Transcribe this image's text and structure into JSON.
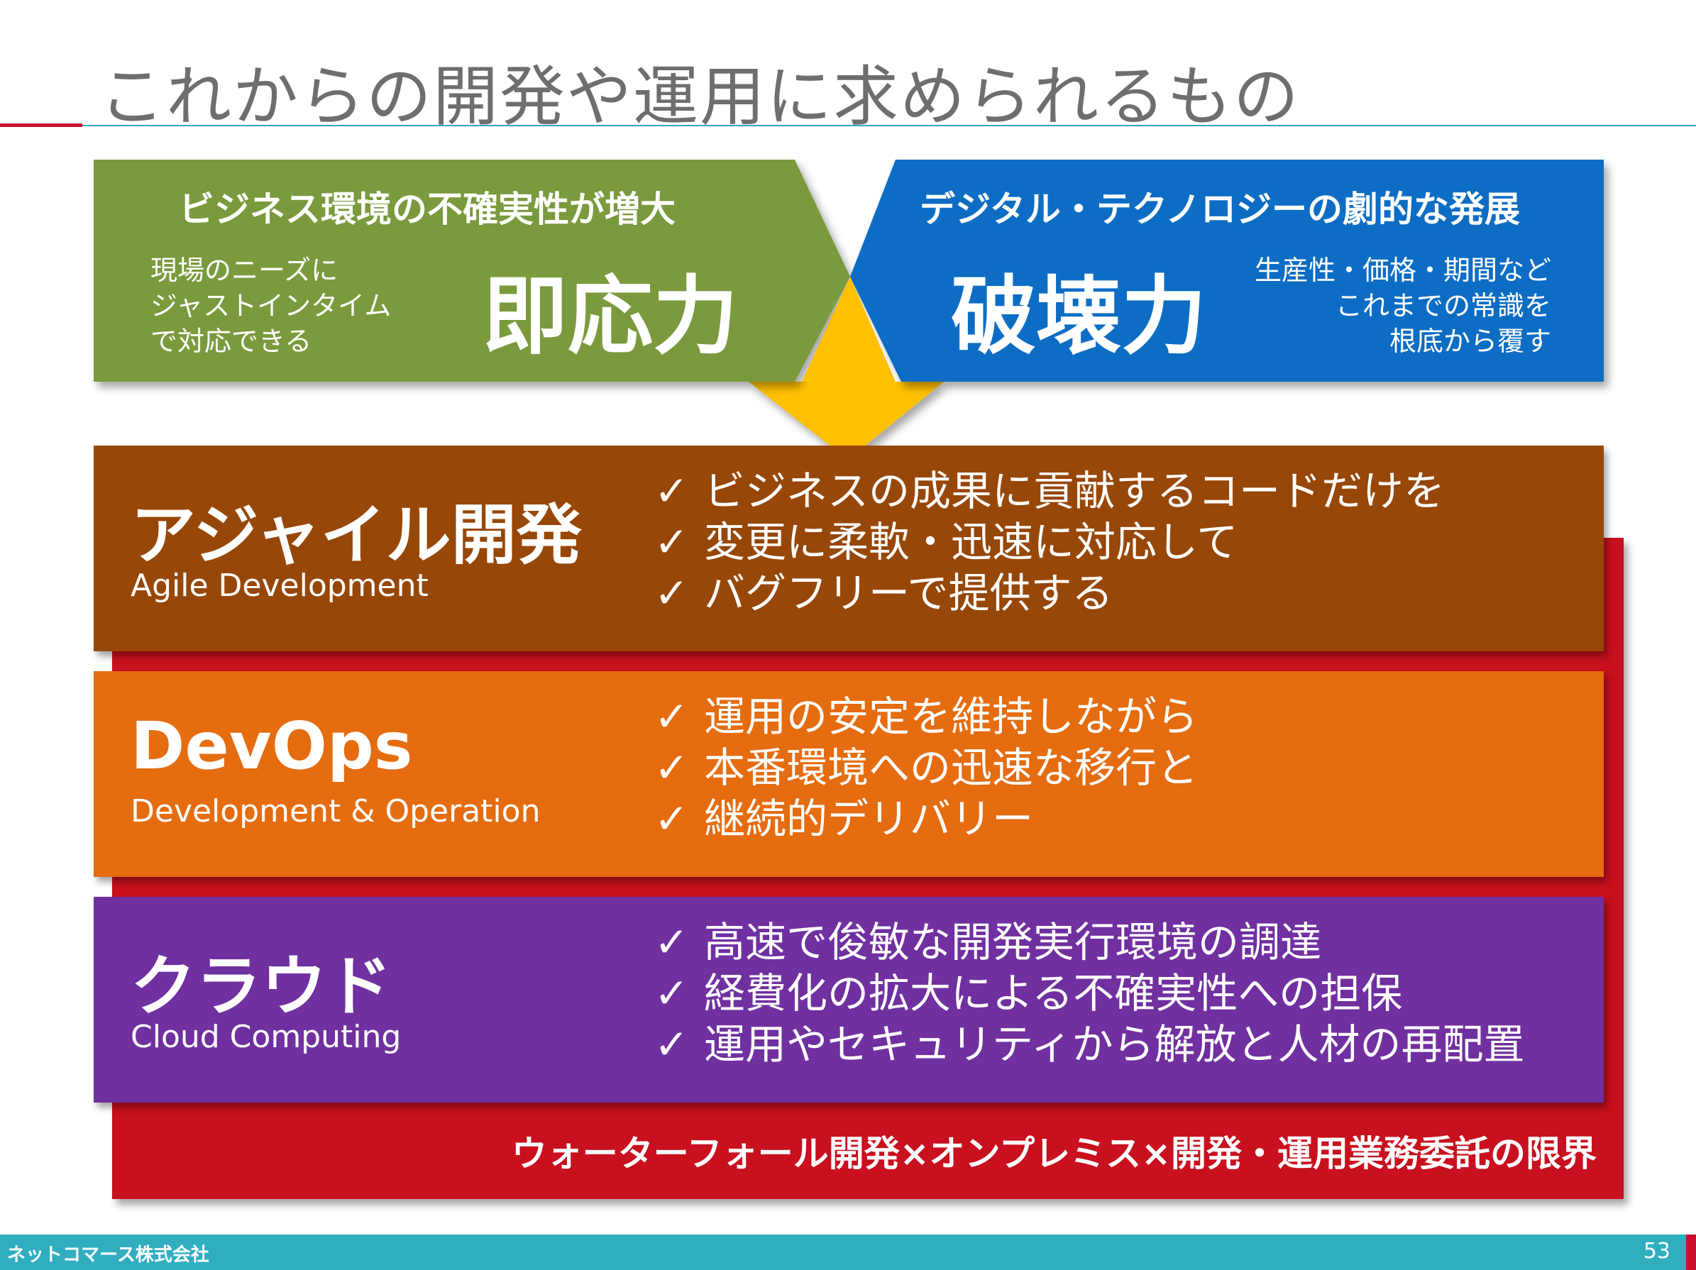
{
  "title": "これからの開発や運用に求められるもの",
  "colors": {
    "green": "#7a9a3c",
    "blue": "#0a6dc4",
    "gold": "#ffc000",
    "brown": "#974707",
    "orange": "#e56c0f",
    "purple": "#7030a0",
    "red": "#c8101e",
    "footer": "#30aec0"
  },
  "top": {
    "left": {
      "header": "ビジネス環境の不確実性が増大",
      "big": "即応力",
      "desc": [
        "現場のニーズに",
        "ジャストインタイム",
        "で対応できる"
      ]
    },
    "right": {
      "header": "デジタル・テクノロジーの劇的な発展",
      "big": "破壊力",
      "desc": [
        "生産性・価格・期間など",
        "これまでの常識を",
        "根底から覆す"
      ]
    }
  },
  "bands": [
    {
      "title": "アジャイル開発",
      "subtitle": "Agile Development",
      "items": [
        "ビジネスの成果に貢献するコードだけを",
        "変更に柔軟・迅速に対応して",
        "バグフリーで提供する"
      ]
    },
    {
      "title": "DevOps",
      "subtitle": "Development & Operation",
      "items": [
        "運用の安定を維持しながら",
        "本番環境への迅速な移行と",
        "継続的デリバリー"
      ]
    },
    {
      "title": "クラウド",
      "subtitle": "Cloud Computing",
      "items": [
        "高速で俊敏な開発実行環境の調達",
        "経費化の拡大による不確実性への担保",
        "運用やセキュリティから解放と人材の再配置"
      ]
    }
  ],
  "check_mark": "✓",
  "base_text": "ウォーターフォール開発×オンプレミス×開発・運用業務委託の限界",
  "footer": {
    "company": "ネットコマース株式会社",
    "page": "53"
  }
}
